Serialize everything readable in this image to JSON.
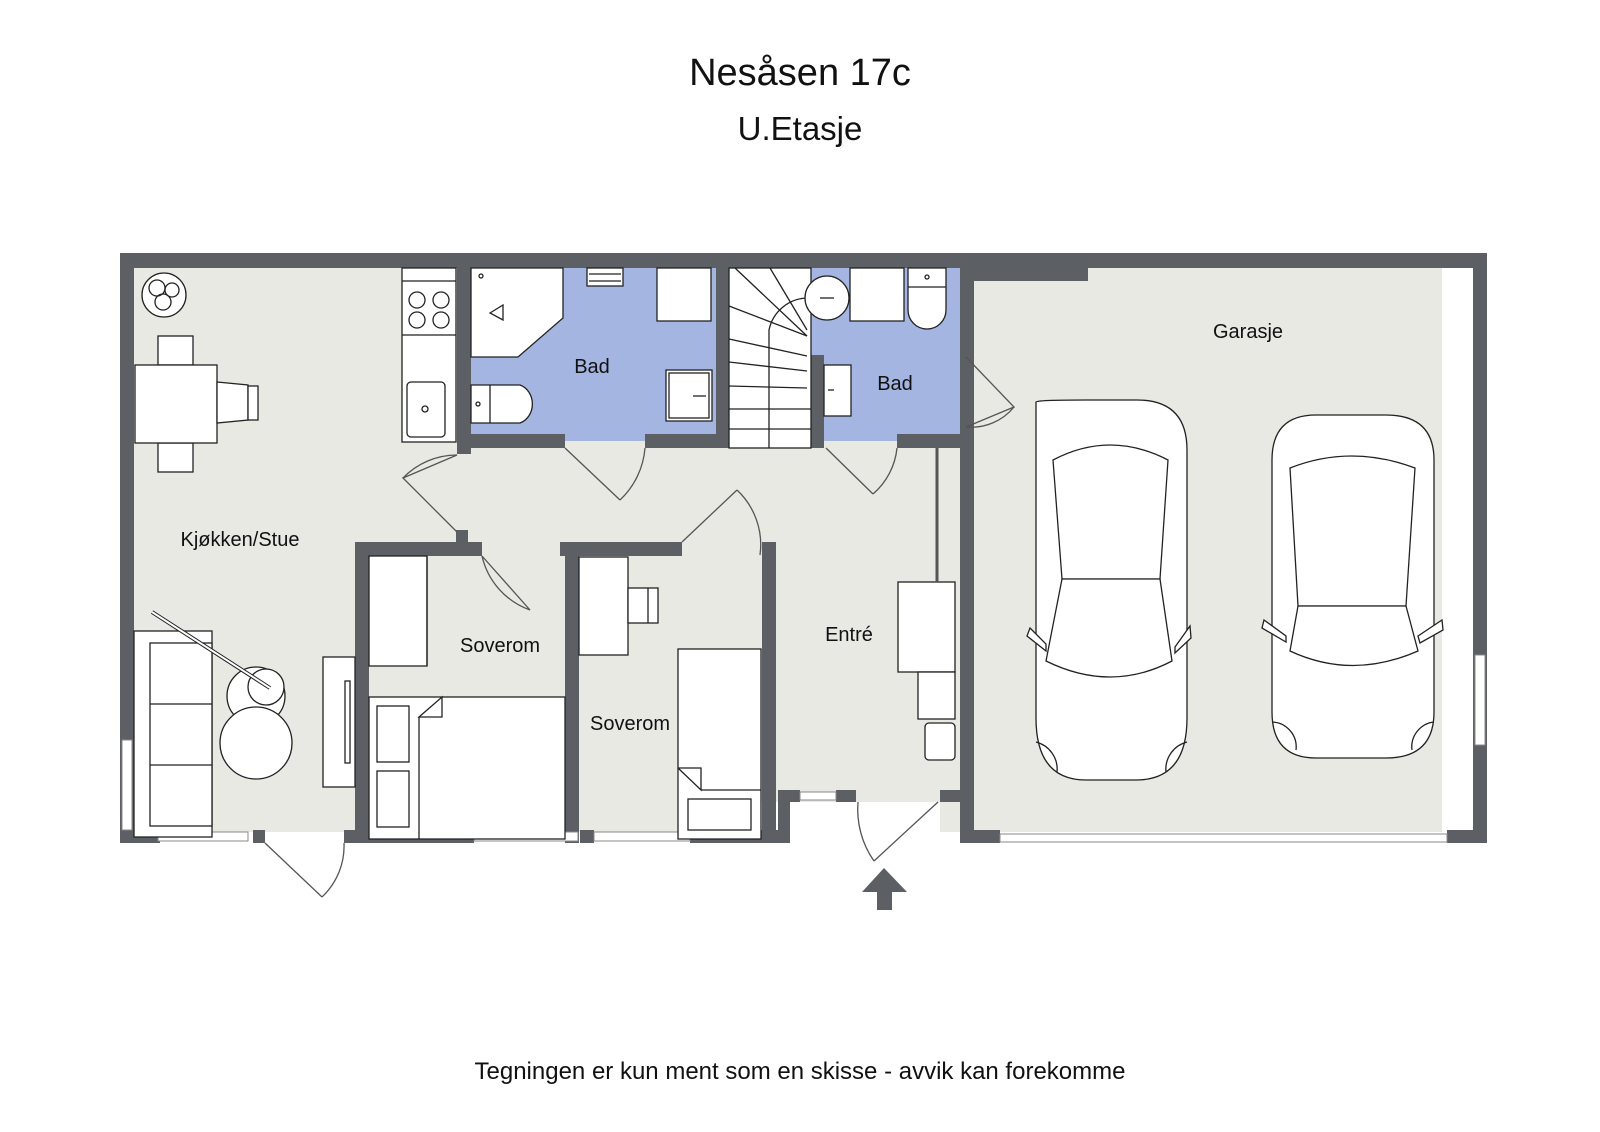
{
  "header": {
    "title": "Nesåsen 17c",
    "subtitle": "U.Etasje"
  },
  "footer": {
    "disclaimer": "Tegningen er kun ment som en skisse - avvik kan forekomme"
  },
  "colors": {
    "wall": "#5c5f63",
    "floor": "#e8e9e3",
    "bathroom": "#a3b5e0",
    "furniture": "#ffffff",
    "line": "#222222",
    "background": "#ffffff"
  },
  "rooms": [
    {
      "id": "kjokken-stue",
      "label": "Kjøkken/Stue"
    },
    {
      "id": "bad-1",
      "label": "Bad"
    },
    {
      "id": "bad-2",
      "label": "Bad"
    },
    {
      "id": "garasje",
      "label": "Garasje"
    },
    {
      "id": "soverom-1",
      "label": "Soverom"
    },
    {
      "id": "soverom-2",
      "label": "Soverom"
    },
    {
      "id": "entre",
      "label": "Entré"
    }
  ],
  "icons": {
    "entrance": "entrance-arrow-icon",
    "stairs": "stairs-icon",
    "cars": "car-icon",
    "plant": "plant-icon",
    "stove": "stove-icon",
    "sink": "sink-icon",
    "toilet": "toilet-icon",
    "shower": "shower-icon",
    "bed": "bed-icon",
    "sofa": "sofa-icon",
    "table": "dining-table-icon",
    "lamp": "floor-lamp-icon"
  }
}
